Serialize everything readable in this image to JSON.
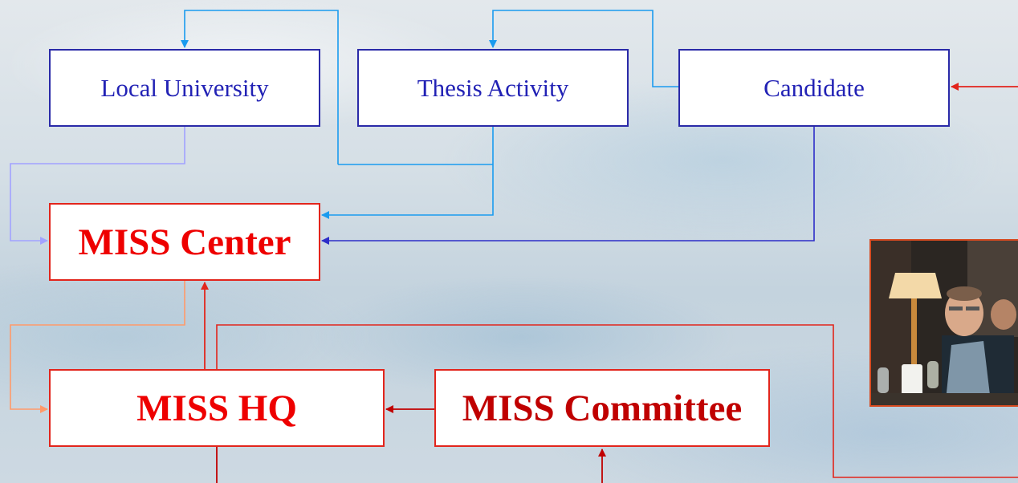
{
  "boxes": {
    "local_university": "Local University",
    "thesis_activity": "Thesis Activity",
    "candidate": "Candidate",
    "miss_center": "MISS Center",
    "miss_hq": "MISS HQ",
    "miss_committee": "MISS Committee"
  },
  "colors": {
    "blue_text": "#2222b5",
    "red_text": "#ee0000",
    "link_light_blue": "#1a9bef",
    "link_lavender": "#a2a2ff",
    "link_dark_blue": "#2d2dc8",
    "link_orange": "#ff9a6a",
    "link_red": "#e2251c",
    "link_dark_red": "#c00000"
  },
  "photo": {
    "description_icon": "portrait-photo"
  }
}
